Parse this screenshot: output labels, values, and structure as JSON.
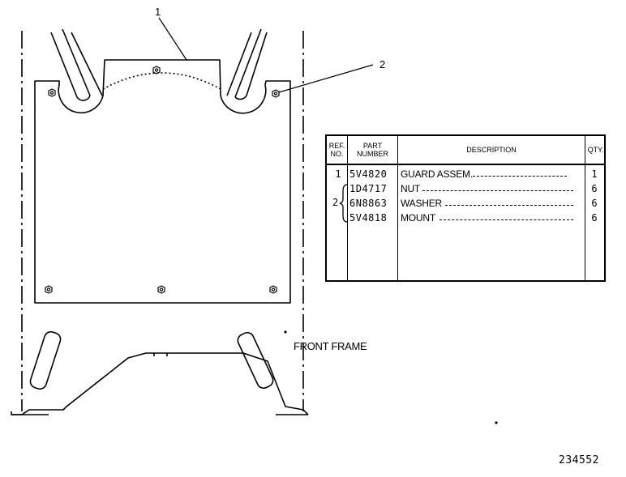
{
  "callouts": {
    "one": "1",
    "two": "2"
  },
  "labels": {
    "front_frame": "FRONT FRAME",
    "drawing_number": "234552"
  },
  "table": {
    "headers": {
      "ref": "REF.\nNO.",
      "part": "PART\nNUMBER",
      "desc": "DESCRIPTION",
      "qty": "QTY."
    },
    "group_ref": "2",
    "rows": [
      {
        "ref": "1",
        "part": "5V4820",
        "desc": "GUARD ASSEM.",
        "qty": "1"
      },
      {
        "ref": "",
        "part": "1D4717",
        "desc": "NUT",
        "qty": "6"
      },
      {
        "ref": "",
        "part": "6N8863",
        "desc": "WASHER",
        "qty": "6"
      },
      {
        "ref": "",
        "part": "5V4818",
        "desc": "MOUNT",
        "qty": "6"
      }
    ]
  }
}
